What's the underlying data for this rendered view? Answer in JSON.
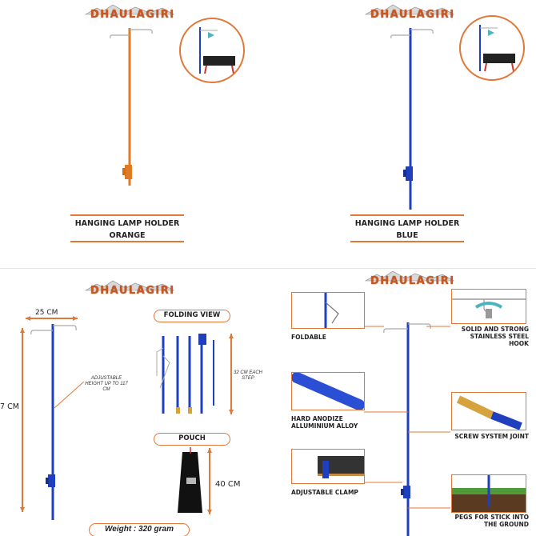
{
  "brand": {
    "name": "DHAULAGIRI"
  },
  "panel1": {
    "caption_line1": "HANGING LAMP HOLDER",
    "caption_line2": "ORANGE",
    "pole_color": "#e07b23"
  },
  "panel2": {
    "caption_line1": "HANGING LAMP HOLDER",
    "caption_line2": "BLUE",
    "pole_color": "#1f3fbf"
  },
  "panel3": {
    "width_label": "25 CM",
    "height_label": "7 CM",
    "adjustable_label": "ADJUSTABLE HEIGHT UP TO 117 CM",
    "folding_view_title": "FOLDING VIEW",
    "step_label": "32 CM EACH STEP",
    "pouch_title": "POUCH",
    "pouch_height_label": "40 CM",
    "weight_label": "Weight : 320 gram"
  },
  "panel4": {
    "features": [
      "FOLDABLE",
      "SOLID AND STRONG STAINLESS STEEL HOOK",
      "HARD ANODIZE ALLUMINIUM ALLOY",
      "SCREW SYSTEM JOINT",
      "ADJUSTABLE CLAMP",
      "PEGS FOR STICK INTO THE GROUND"
    ]
  },
  "colors": {
    "accent": "#e0783a",
    "blue": "#1f3fbf",
    "orange": "#e07b23"
  }
}
